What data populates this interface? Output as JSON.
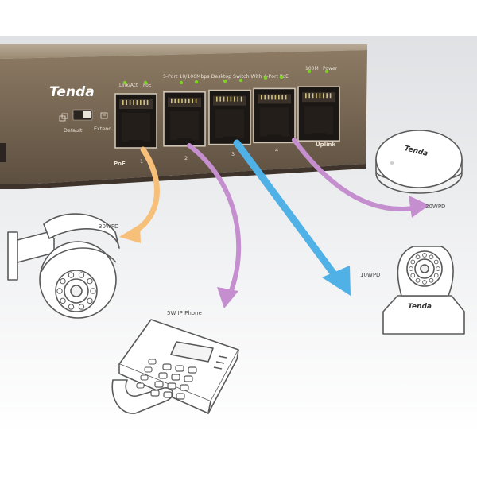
{
  "switch": {
    "brand": "Tenda",
    "top_label": "5-Port 10/100Mbps Desktop Switch With 4-Port PoE",
    "led_label_link": "Link/Act",
    "led_label_poe": "PoE",
    "led_label_100m": "100M",
    "led_label_power": "Power",
    "switch_default": "Default",
    "switch_extend": "Extend",
    "poe_label": "PoE",
    "uplink_label": "Uplink",
    "port_numbers": [
      "1",
      "2",
      "3",
      "4"
    ],
    "led_color": "#7ed321"
  },
  "devices": {
    "camera_ptz": {
      "power": "30WPD",
      "arrow_color": "#f7c07a"
    },
    "ip_phone": {
      "power": "5W IP Phone",
      "arrow_color": "#c58fcf"
    },
    "camera_cube": {
      "power": "10WPD",
      "brand": "Tenda",
      "arrow_color": "#4fb1e6"
    },
    "access_point": {
      "power": "20WPD",
      "brand": "Tenda",
      "arrow_color": "#c58fcf"
    }
  }
}
